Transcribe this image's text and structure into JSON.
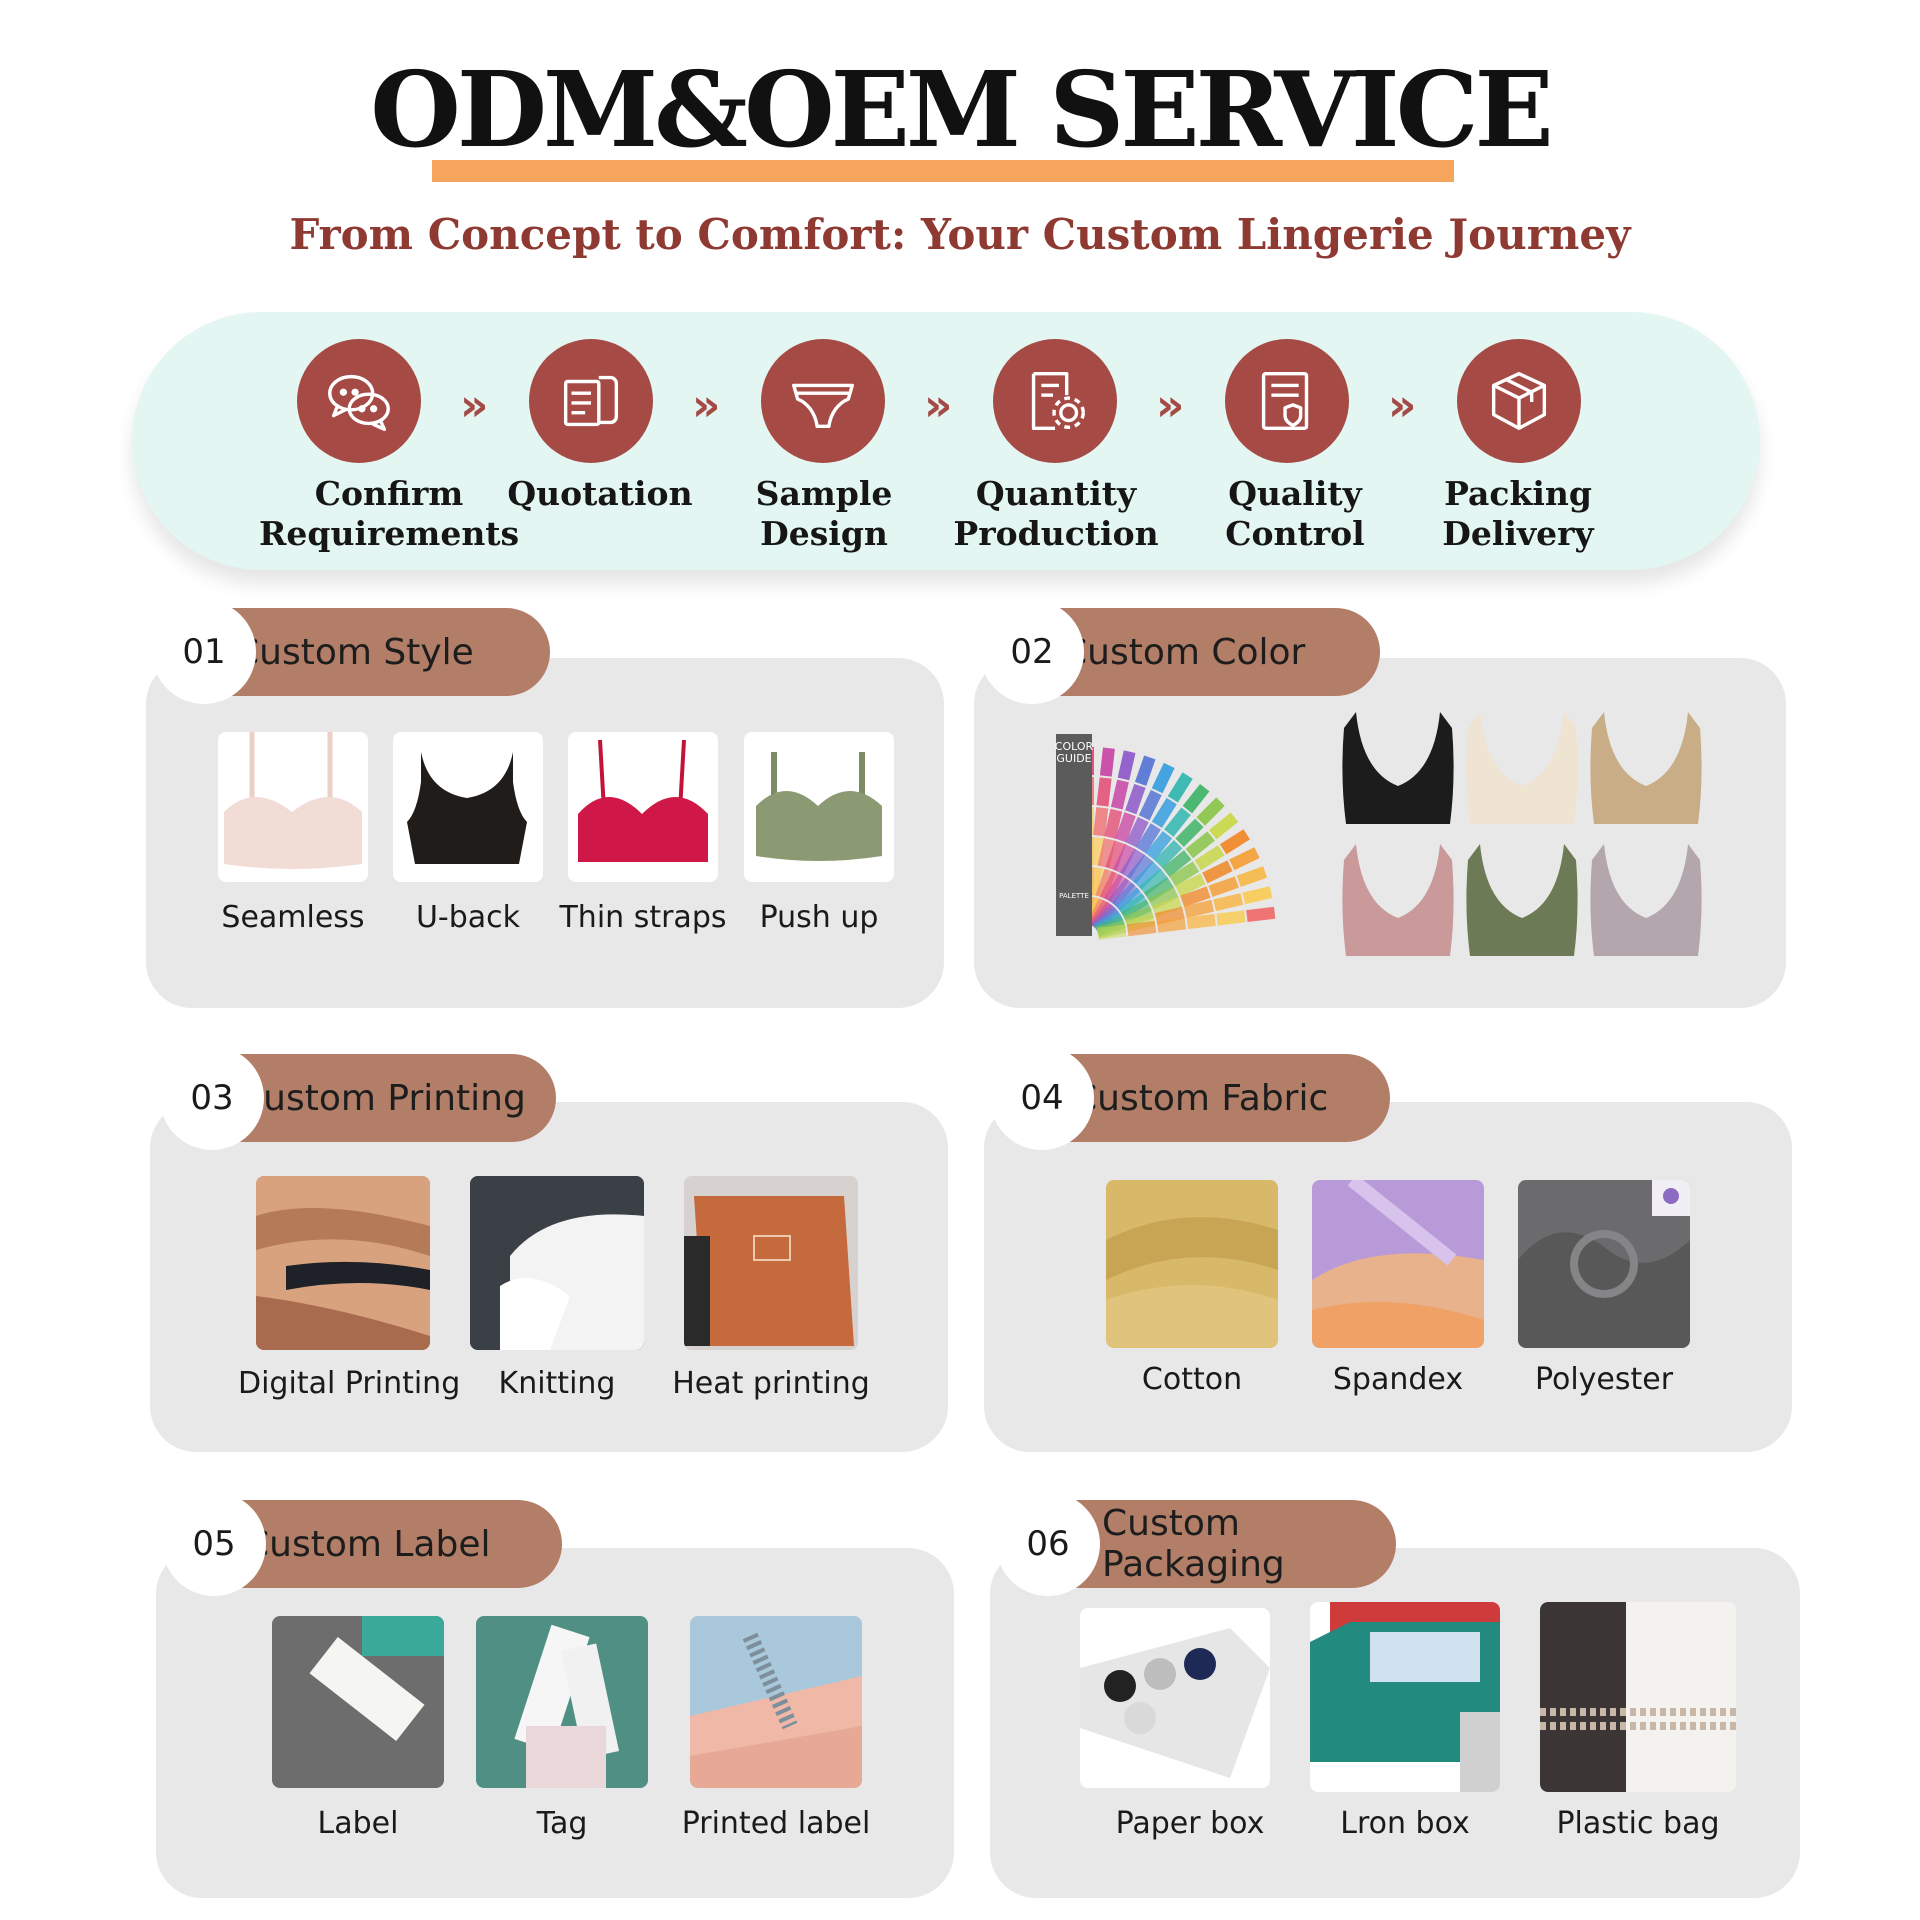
{
  "header": {
    "title": "ODM&OEM SERVICE",
    "subtitle": "From Concept to Comfort: Your Custom Lingerie Journey"
  },
  "process": {
    "steps": [
      {
        "label": "Confirm\nRequirements",
        "icon": "chat-bubbles-icon"
      },
      {
        "label": "Quotation",
        "icon": "document-scroll-icon"
      },
      {
        "label": "Sample\nDesign",
        "icon": "underwear-icon"
      },
      {
        "label": "Quantity\nProduction",
        "icon": "gear-document-icon"
      },
      {
        "label": "Quality\nControl",
        "icon": "shield-document-icon"
      },
      {
        "label": "Packing\nDelivery",
        "icon": "package-box-icon"
      }
    ],
    "separator": "»"
  },
  "sections": [
    {
      "number": "01",
      "title": "Custom Style",
      "items": [
        "Seamless",
        "U-back",
        "Thin straps",
        "Push up"
      ]
    },
    {
      "number": "02",
      "title": "Custom Color",
      "color_guide_text": [
        "COLOR",
        "GUIDE"
      ],
      "palette_word": "PALETTE"
    },
    {
      "number": "03",
      "title": "Custom Printing",
      "items": [
        "Digital Printing",
        "Knitting",
        "Heat printing"
      ]
    },
    {
      "number": "04",
      "title": "Custom Fabric",
      "items": [
        "Cotton",
        "Spandex",
        "Polyester"
      ]
    },
    {
      "number": "05",
      "title": "Custom Label",
      "items": [
        "Label",
        "Tag",
        "Printed label"
      ]
    },
    {
      "number": "06",
      "title": "Custom Packaging",
      "items": [
        "Paper box",
        "Lron box",
        "Plastic bag"
      ]
    }
  ],
  "colors": {
    "accent": "#a54a45",
    "tab": "#b27e67",
    "underline": "#f6a55c",
    "subtitle": "#8e3a32",
    "process_bg": "#e3f6f1",
    "card_bg": "#e9e8e8",
    "bra_colors": [
      "#1c1c1c",
      "#efe3d2",
      "#c8ad86",
      "#c99a99",
      "#6c7b55",
      "#b3a6ad"
    ]
  }
}
